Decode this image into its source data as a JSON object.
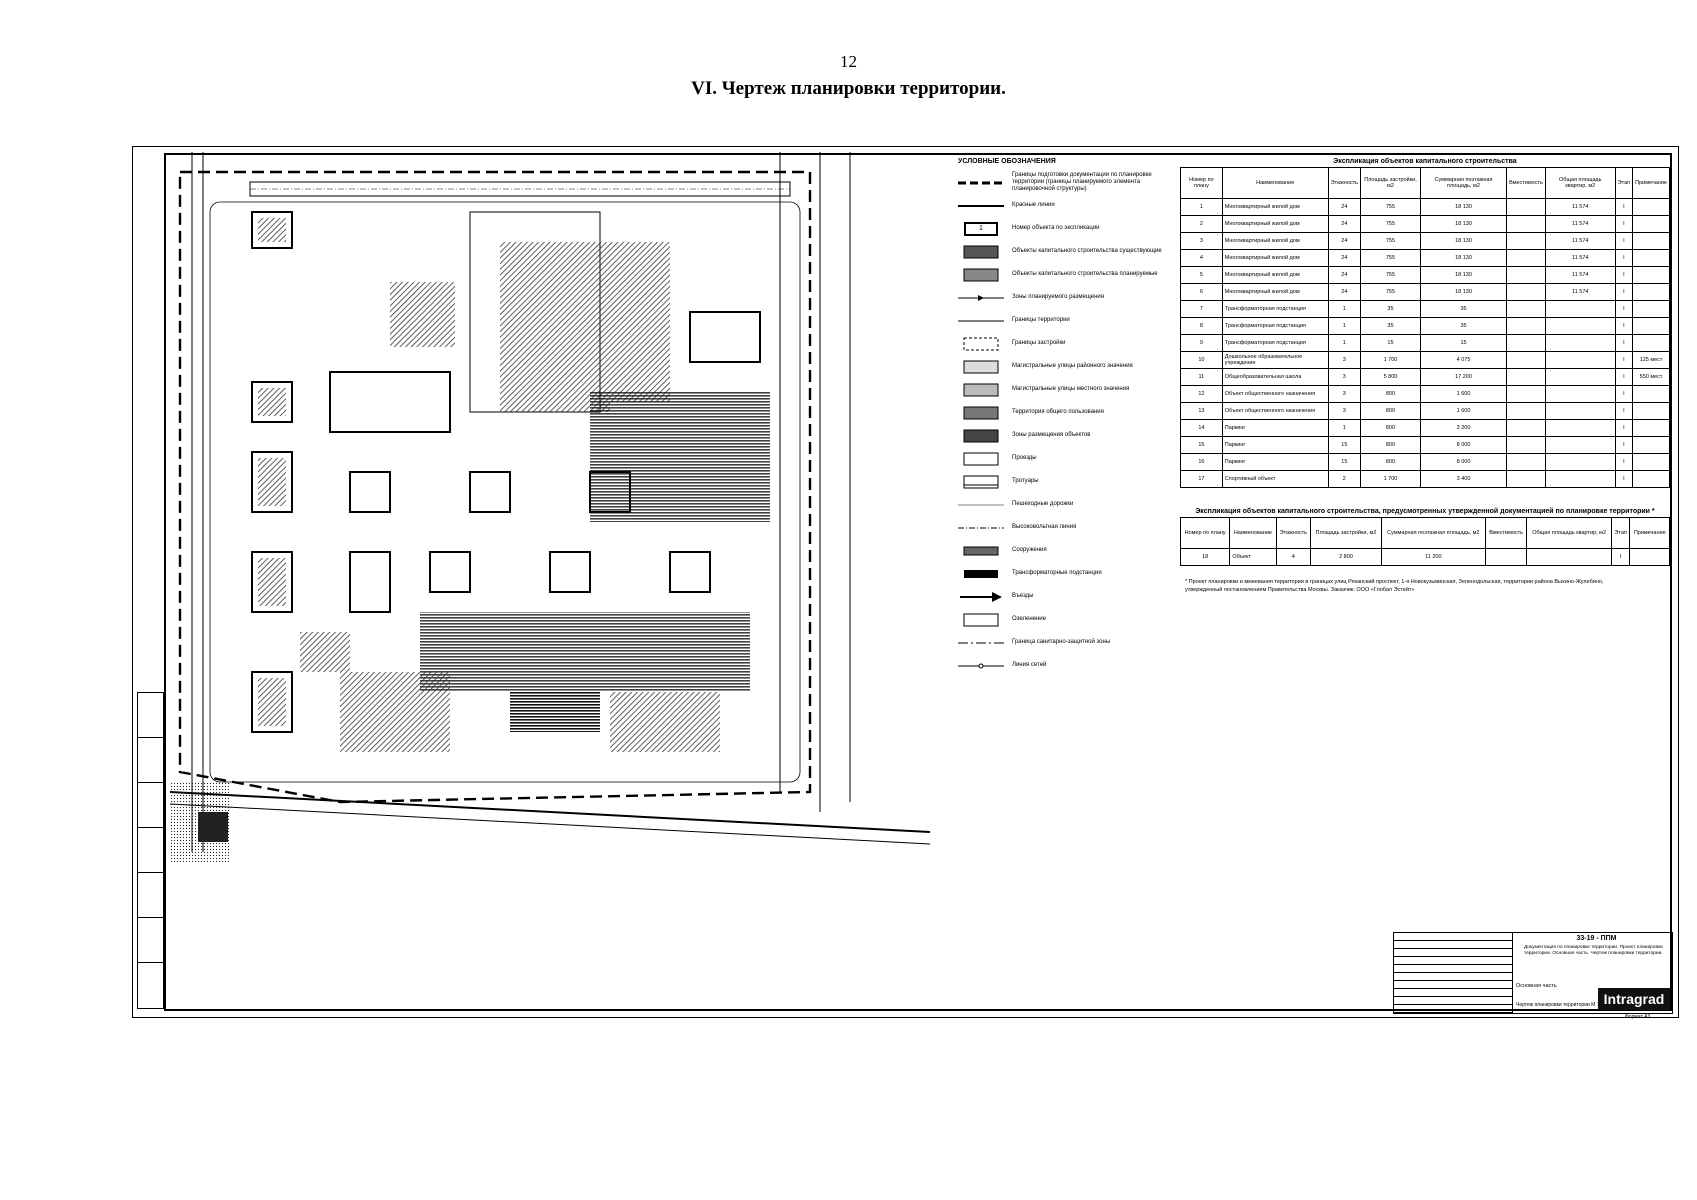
{
  "page": {
    "number": "12",
    "title": "VI. Чертеж планировки территории."
  },
  "legend": {
    "title": "УСЛОВНЫЕ ОБОЗНАЧЕНИЯ",
    "items": [
      {
        "style": "dashed-bold",
        "label": "Границы подготовки документации по планировке территории (границы планируемого элемента планировочной структуры)"
      },
      {
        "style": "line-bold",
        "label": "Красные линии"
      },
      {
        "style": "box-number",
        "label": "Номер объекта по экспликации",
        "text": "1"
      },
      {
        "style": "hatch",
        "label": "Объекты капитального строительства существующие"
      },
      {
        "style": "hatch-cross",
        "label": "Объекты капитального строительства планируемые"
      },
      {
        "style": "arrow-line",
        "label": "Зоны планируемого размещения"
      },
      {
        "style": "line",
        "label": "Границы территории"
      },
      {
        "style": "dashed-box",
        "label": "Границы застройки"
      },
      {
        "style": "dots",
        "label": "Магистральные улицы районного значения"
      },
      {
        "style": "dots-dense",
        "label": "Магистральные улицы местного значения"
      },
      {
        "style": "hatch-dense",
        "label": "Территория общего пользования"
      },
      {
        "style": "hatch-dark",
        "label": "Зоны размещения объектов"
      },
      {
        "style": "empty-box",
        "label": "Проезды"
      },
      {
        "style": "empty-box-line",
        "label": "Тротуары"
      },
      {
        "style": "line-thin",
        "label": "Пешеходные дорожки"
      },
      {
        "style": "dash-dot",
        "label": "Высоковольтная линия"
      },
      {
        "style": "hatch-small",
        "label": "Сооружения"
      },
      {
        "style": "black-bar",
        "label": "Трансформаторные подстанции"
      },
      {
        "style": "arrow",
        "label": "Въезды"
      },
      {
        "style": "empty-box",
        "label": "Озеленение"
      },
      {
        "style": "dash-dot-long",
        "label": "Граница санитарно-защитной зоны"
      },
      {
        "style": "line-circle",
        "label": "Линия сетей"
      }
    ]
  },
  "table1": {
    "caption": "Экспликация объектов капитального строительства",
    "headers": [
      "Номер по плану",
      "Наименование",
      "Этажность",
      "Площадь застройки, м2",
      "Суммарная поэтажная площадь, м2",
      "Вместимость",
      "Общая площадь квартир, м2",
      "Этап",
      "Примечание"
    ],
    "rows": [
      [
        "1",
        "Многоквартирный жилой дом",
        "24",
        "755",
        "18 130",
        "",
        "11 574",
        "I",
        ""
      ],
      [
        "2",
        "Многоквартирный жилой дом",
        "24",
        "755",
        "18 130",
        "",
        "11 574",
        "I",
        ""
      ],
      [
        "3",
        "Многоквартирный жилой дом",
        "24",
        "755",
        "18 130",
        "",
        "11 574",
        "I",
        ""
      ],
      [
        "4",
        "Многоквартирный жилой дом",
        "24",
        "755",
        "18 130",
        "",
        "11 574",
        "I",
        ""
      ],
      [
        "5",
        "Многоквартирный жилой дом",
        "24",
        "755",
        "18 130",
        "",
        "11 574",
        "I",
        ""
      ],
      [
        "6",
        "Многоквартирный жилой дом",
        "24",
        "755",
        "18 130",
        "",
        "11 574",
        "I",
        ""
      ],
      [
        "7",
        "Трансформаторная подстанция",
        "1",
        "35",
        "35",
        "",
        "",
        "I",
        ""
      ],
      [
        "8",
        "Трансформаторная подстанция",
        "1",
        "35",
        "35",
        "",
        "",
        "I",
        ""
      ],
      [
        "9",
        "Трансформаторная подстанция",
        "1",
        "15",
        "15",
        "",
        "",
        "I",
        ""
      ],
      [
        "10",
        "Дошкольное образовательное учреждение",
        "3",
        "1 700",
        "4 075",
        "",
        "",
        "I",
        "125 мест"
      ],
      [
        "11",
        "Общеобразовательная школа",
        "3",
        "5 800",
        "17 200",
        "",
        "",
        "I",
        "550 мест"
      ],
      [
        "12",
        "Объект общественного назначения",
        "3",
        "800",
        "1 600",
        "",
        "",
        "I",
        ""
      ],
      [
        "13",
        "Объект общественного назначения",
        "3",
        "800",
        "1 600",
        "",
        "",
        "I",
        ""
      ],
      [
        "14",
        "Паркинг",
        "1",
        "800",
        "3 200",
        "",
        "",
        "I",
        ""
      ],
      [
        "15",
        "Паркинг",
        "15",
        "800",
        "8 000",
        "",
        "",
        "I",
        ""
      ],
      [
        "16",
        "Паркинг",
        "15",
        "800",
        "8 000",
        "",
        "",
        "I",
        ""
      ],
      [
        "17",
        "Спортивный объект",
        "2",
        "1 700",
        "3 400",
        "",
        "",
        "I",
        ""
      ]
    ]
  },
  "table2": {
    "caption": "Экспликация объектов капитального строительства, предусмотренных утвержденной документацией по планировке территории *",
    "headers": [
      "Номер по плану",
      "Наименование",
      "Этажность",
      "Площадь застройки, м2",
      "Суммарная поэтажная площадь, м2",
      "Вместимость",
      "Общая площадь квартир, м2",
      "Этап",
      "Примечание"
    ],
    "rows": [
      [
        "18",
        "Объект",
        "4",
        "2 800",
        "11 200",
        "",
        "",
        "I",
        ""
      ]
    ]
  },
  "note": "* Проект планировки и межевания территории в границах улиц Рязанский проспект, 1-я Новокузьминская, Зеленодольская, территории района Выхино-Жулебино, утвержденный постановлением Правительства Москвы. Заказчик: ООО «Глобал Эстейт»",
  "title_block": {
    "code": "33-19 - ППМ",
    "description": "Документация по планировке территории. Проект планировки территории. Основная часть. Чертеж планировки территории.",
    "sheet_name": "Основная часть",
    "scale": "Чертеж планировки территории М 1:1000",
    "logo": "Intragrad",
    "format": "Формат А3"
  }
}
